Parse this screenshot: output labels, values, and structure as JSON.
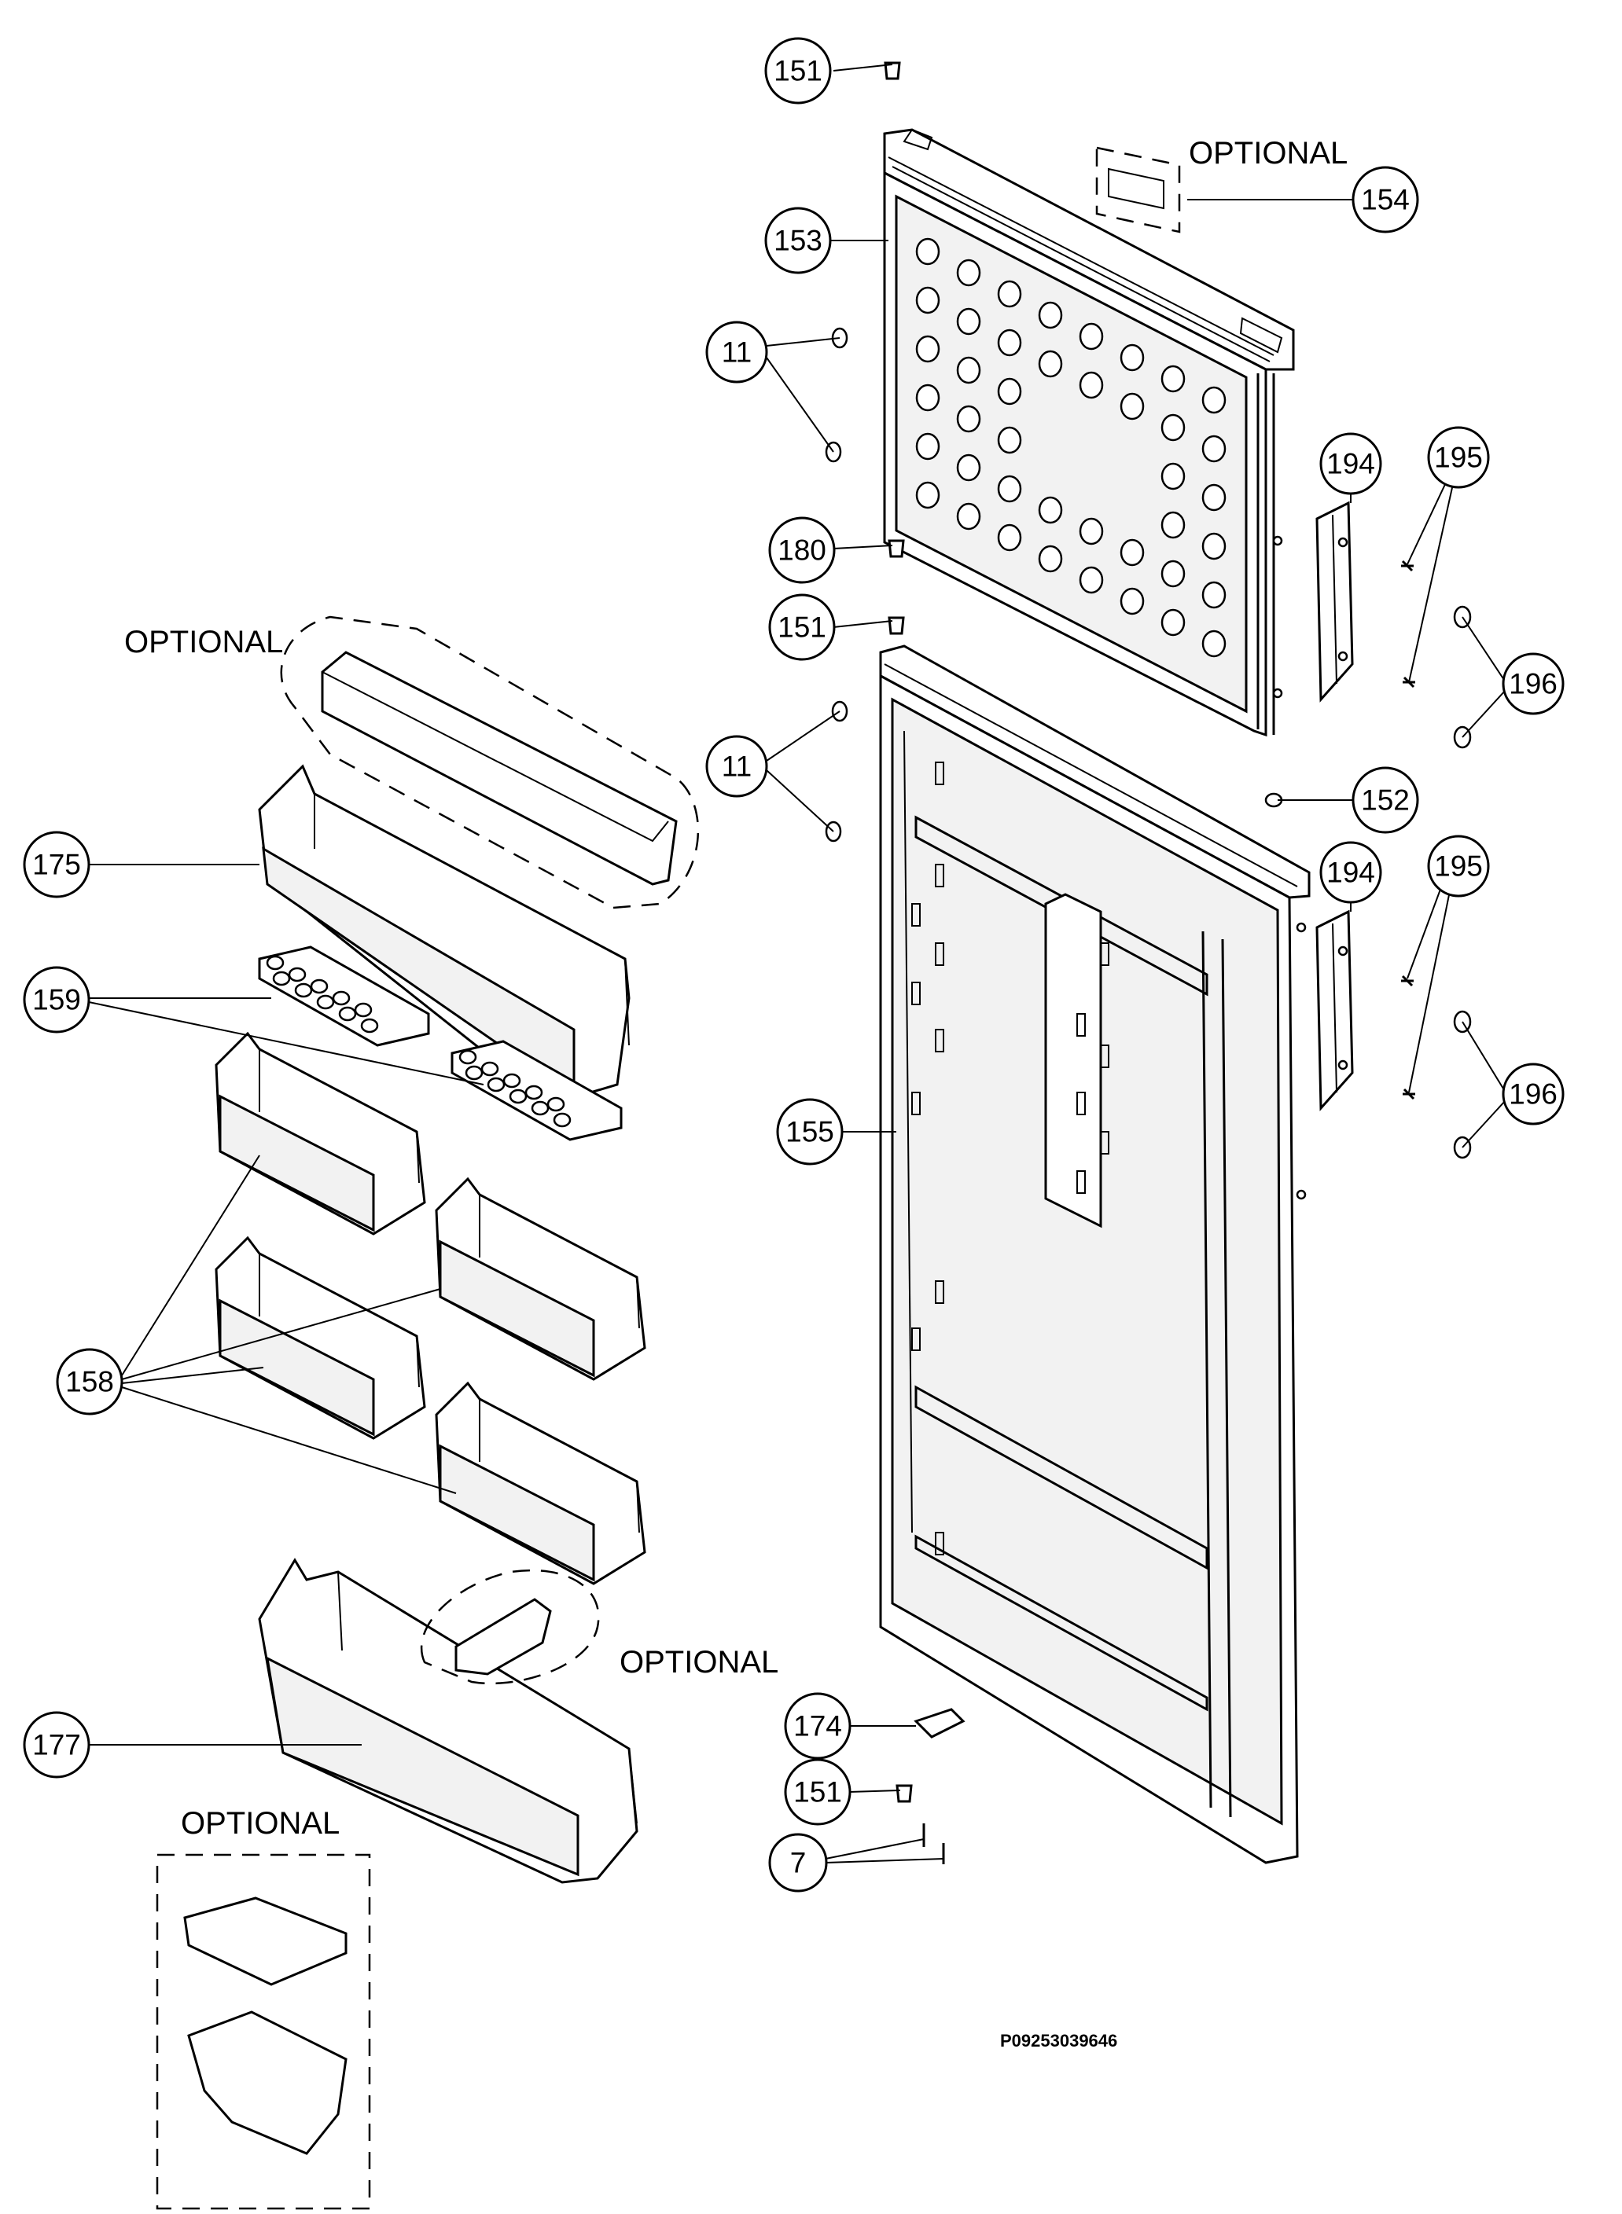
{
  "diagram": {
    "optional_label": "OPTIONAL",
    "drawing_code": "P09253039646",
    "callouts": {
      "c151a": "151",
      "c153": "153",
      "c154": "154",
      "c11a": "11",
      "c180": "180",
      "c151b": "151",
      "c194a": "194",
      "c195a": "195",
      "c196a": "196",
      "c11b": "11",
      "c152": "152",
      "c175": "175",
      "c194b": "194",
      "c195b": "195",
      "c159": "159",
      "c196b": "196",
      "c155": "155",
      "c158": "158",
      "c174": "174",
      "c151c": "151",
      "c177": "177",
      "c7": "7"
    }
  }
}
